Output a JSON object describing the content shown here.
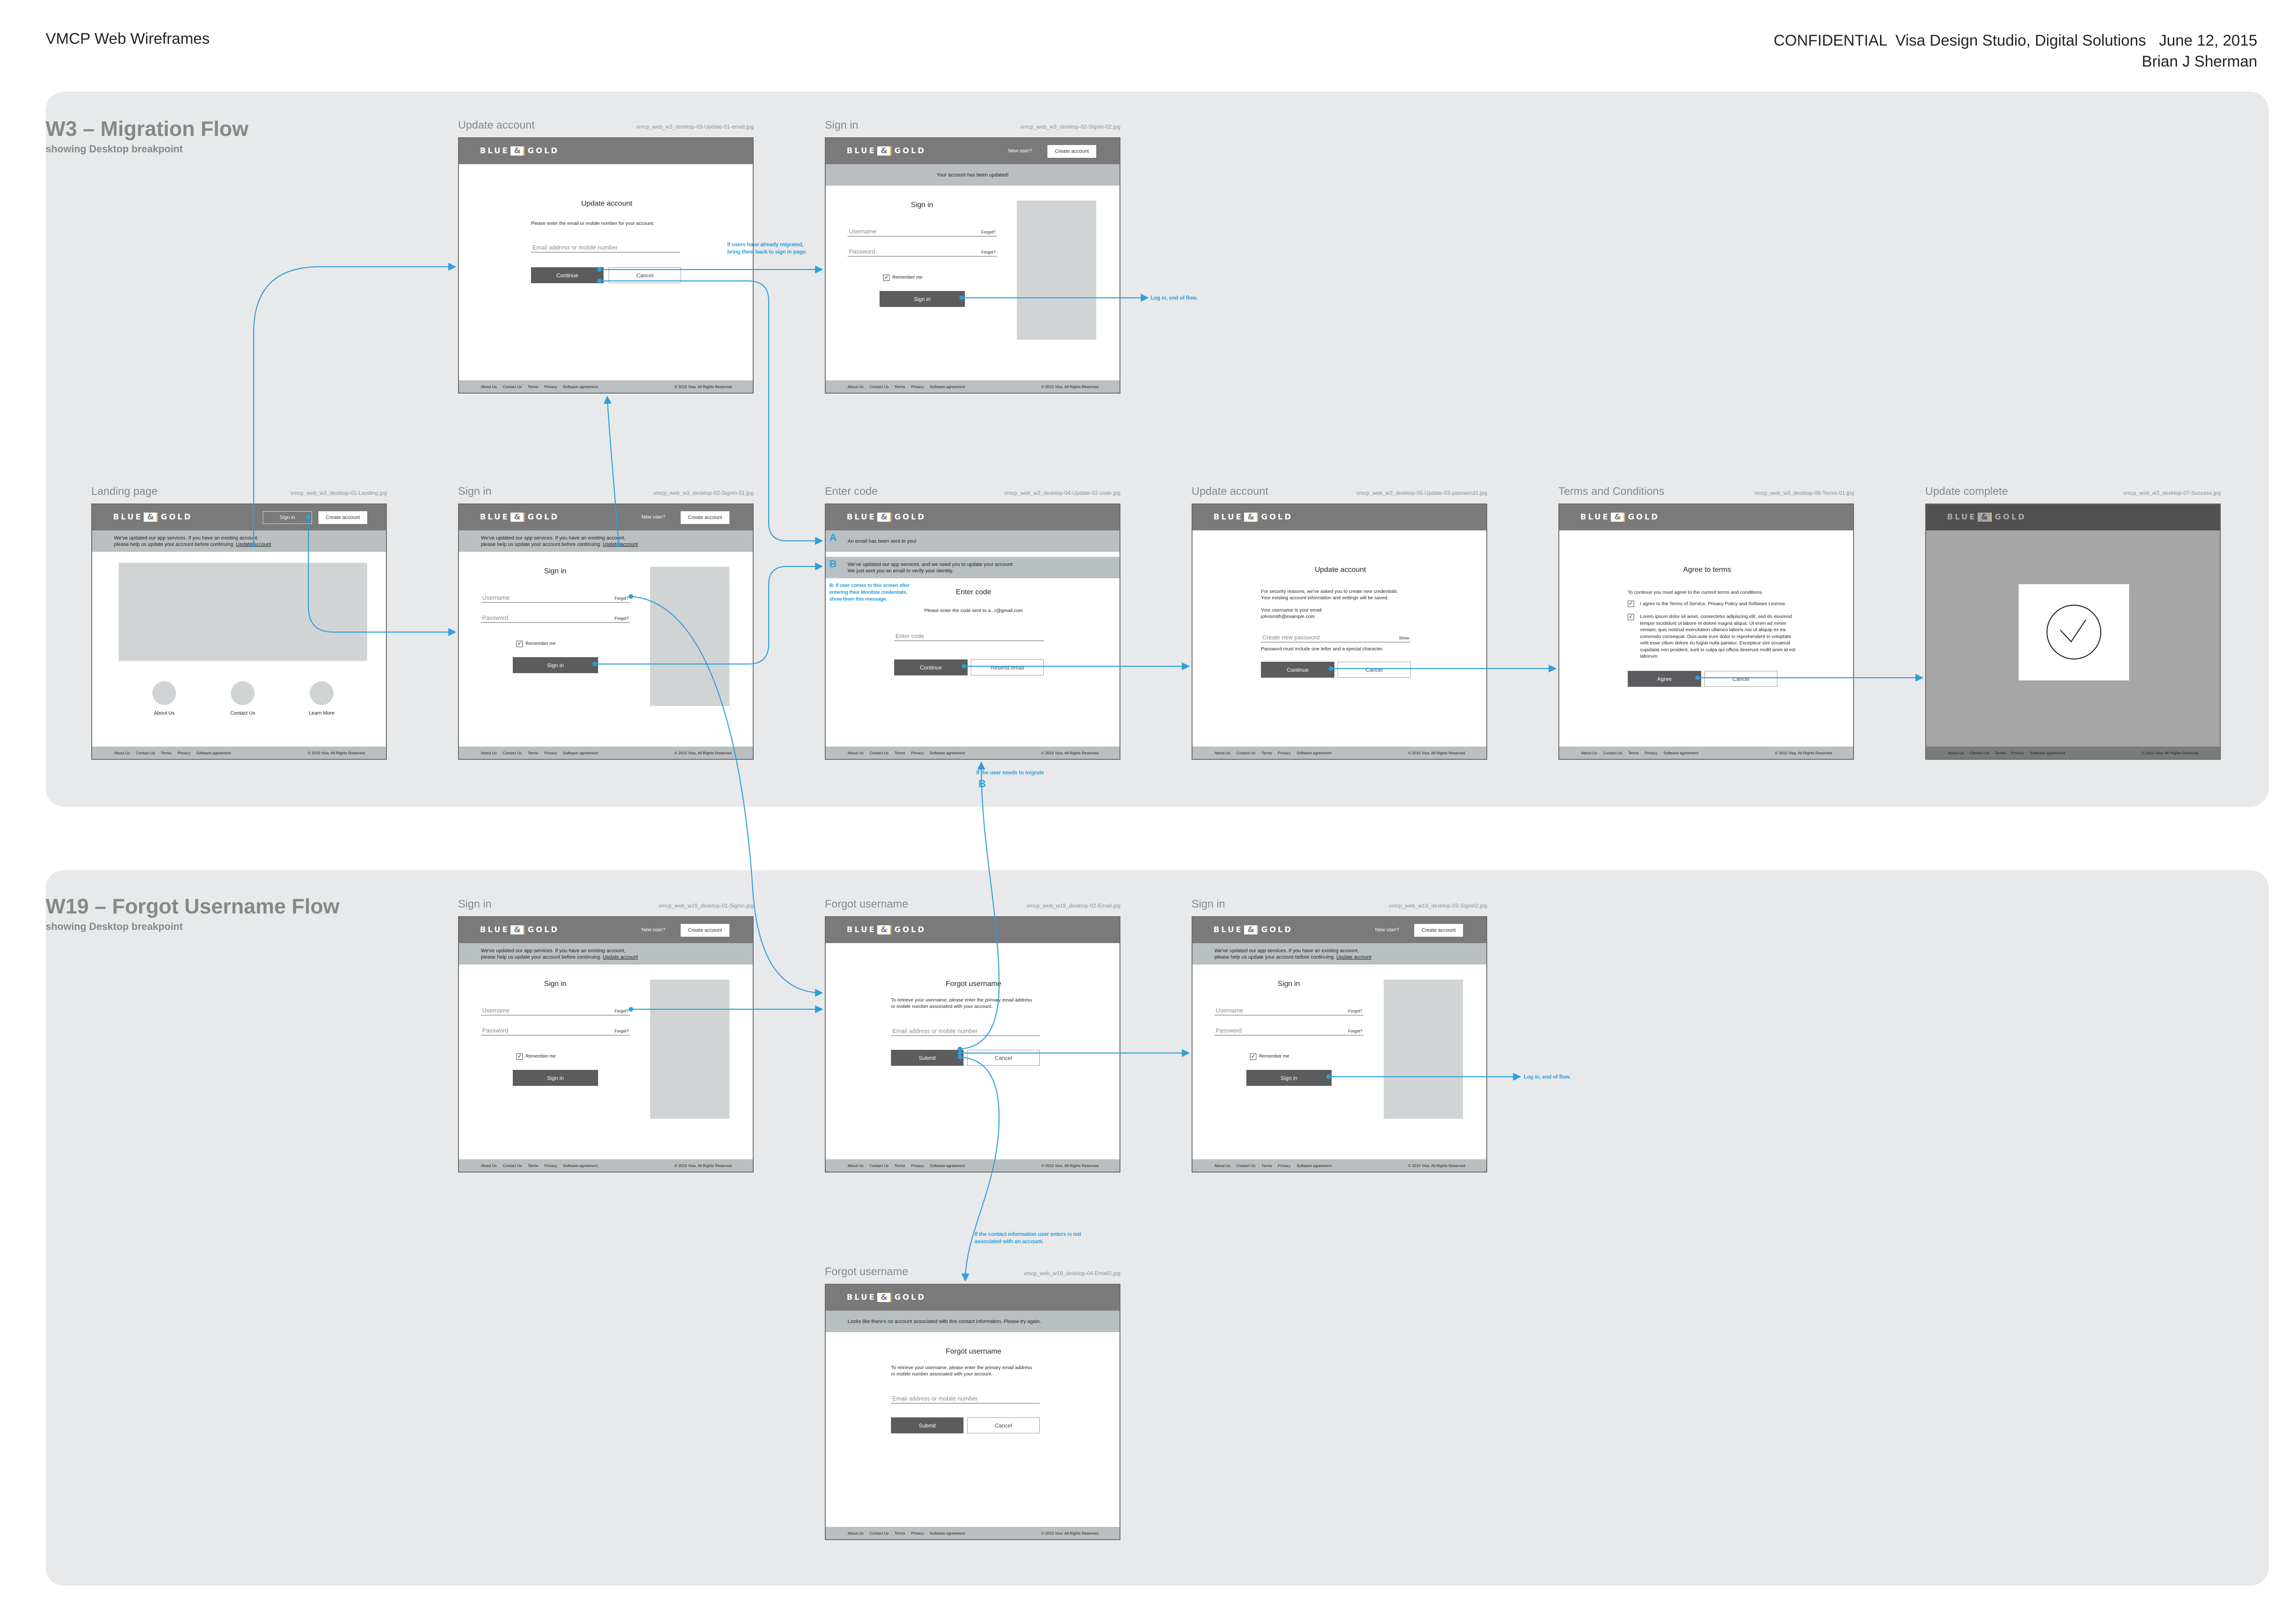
{
  "doc": {
    "title": "VMCP Web Wireframes",
    "meta_line1": "CONFIDENTIAL  Visa Design Studio, Digital Solutions   June 12, 2015",
    "meta_line2": "Brian J Sherman"
  },
  "colors": {
    "connector": "#2e9fd9",
    "panel": "#e8e9eb",
    "site_header": "#7a7a7a",
    "alert_bar": "#babfc1",
    "primary_button": "#5b5c5e",
    "placeholder_image": "#d0d4d5"
  },
  "flows": [
    {
      "title": "W3 – Migration Flow",
      "subtitle": "showing Desktop breakpoint"
    },
    {
      "title": "W19 – Forgot Username Flow",
      "subtitle": "showing Desktop breakpoint"
    }
  ],
  "brand": {
    "blue": "BLUE",
    "amp": "&",
    "gold": "GOLD"
  },
  "footer": {
    "links": [
      "About Us",
      "Contact Us",
      "Terms",
      "Privacy",
      "Software agreement"
    ],
    "copyright": "© 2015 Visa. All Rights Reserved."
  },
  "common": {
    "new_user": "New user?",
    "create_account": "Create account",
    "alert_line1": "We've updated our app services. If you have an existing account,",
    "alert_line2": "please help us update your account before continuing.",
    "alert_link": "Update account",
    "signin_heading": "Sign in",
    "username": "Username",
    "password": "Password",
    "forgot": "Forgot?",
    "remember_me": "Remember me",
    "signin_button": "Sign in",
    "cancel": "Cancel",
    "continue": "Continue",
    "submit": "Submit"
  },
  "screens": {
    "landing": {
      "label": "Landing page",
      "file": "vmcp_web_w3_desktop-01-Landing.jpg",
      "signin_button": "Sign in",
      "tiles": [
        "About Us",
        "Contact Us",
        "Learn More"
      ]
    },
    "update_email": {
      "label": "Update account",
      "file": "vmcp_web_w3_desktop-03-Update-01-email.jpg",
      "heading": "Update account",
      "instruction": "Please enter the email or mobile number for your account:",
      "placeholder": "Email address or mobile number"
    },
    "signin_updated": {
      "label": "Sign in",
      "file": "vmcp_web_w3_desktop-02-Signin-02.jpg",
      "alert": "Your account has been updated!"
    },
    "signin_w3": {
      "label": "Sign in",
      "file": "vmcp_web_w3_desktop-02-Signin-01.jpg"
    },
    "enter_code": {
      "label": "Enter code",
      "file": "vmcp_web_w3_desktop-04-Update-02-code.jpg",
      "alert_a_letter": "A",
      "alert_a": "An email has been sent to you!",
      "alert_b_letter": "B",
      "alert_b_line1": "We've updated our app services, and we need you to update your account.",
      "alert_b_line2": "We just sent you an email to verify your identity.",
      "note": "B: If user comes to this screen after\nentering their Monitize credentials,\nshow them this message.",
      "heading": "Enter code",
      "instruction": "Please enter the code sent to a...r@gmail.com",
      "placeholder": "Enter code",
      "continue": "Continue",
      "resend": "Resend email"
    },
    "update_password": {
      "label": "Update account",
      "file": "vmcp_web_w3_desktop-05-Update-03-password1.jpg",
      "heading": "Update account",
      "para1_line1": "For security reasons, we've asked you to create new credentials.",
      "para1_line2": "Your existing account information and settings will be saved.",
      "para2_line1": "Your username is your email:",
      "para2_line2": "johnsmith@example.com",
      "placeholder": "Create new password",
      "show": "Show",
      "rule": "Password must include one letter and a special character."
    },
    "terms": {
      "label": "Terms and Conditions",
      "file": "vmcp_web_w3_desktop-06-Terms-01.jpg",
      "heading": "Agree to terms",
      "intro": "To continue you must agree to the current terms and conditions.",
      "check1": "I agree to the Terms of Service, Privacy Policy and Software License.",
      "check2": "Lorem ipsum dolor sit amet, consectetur adipiscing elit, sed do eiusmod tempor incididunt ut labore et dolore magna aliqua. Ut enim ad minim veniam, quis nostrud exercitation ullamco laboris nisi ut aliquip ex ea commodo consequat. Duis aute irure dolor in reprehenderit in voluptate velit esse cillum dolore eu fugiat nulla pariatur. Excepteur sint occaecat cupidatat non proident, sunt in culpa qui officia deserunt mollit anim id est laborum.",
      "agree": "Agree"
    },
    "success": {
      "label": "Update complete",
      "file": "vmcp_web_w3_desktop-07-Success.jpg",
      "icon": "check-circle-icon"
    },
    "signin_w19": {
      "label": "Sign in",
      "file": "vmcp_web_w19_desktop-01-Signin.jpg"
    },
    "forgot_username": {
      "label": "Forgot username",
      "file": "vmcp_web_w19_desktop-02-Email.jpg",
      "heading": "Forgot username",
      "line1": "To retrieve your username, please enter the primary email address",
      "line2": "or mobile number associated with your account.",
      "placeholder": "Email address or mobile number"
    },
    "signin_w19_2": {
      "label": "Sign in",
      "file": "vmcp_web_w19_desktop-03-Signin2.jpg"
    },
    "forgot_username_error": {
      "label": "Forgot username",
      "file": "vmcp_web_w19_desktop-04-Email2.jpg",
      "alert": "Looks like there's no account associated with this contact information. Please try again.",
      "heading": "Forgot username",
      "line1": "To retrieve your username, please enter the primary email address",
      "line2": "or mobile number associated with your account.",
      "placeholder": "Email address or mobile number"
    }
  },
  "annotations": {
    "already_migrated": "If users have already migrated,\nbring them back to sign in page.",
    "login_end": "Log in, end of flow.",
    "needs_migrate": "If the user needs to migrate",
    "needs_migrate_letter": "B",
    "no_account": "If the contact information user enters is not\nassociated with an account."
  }
}
